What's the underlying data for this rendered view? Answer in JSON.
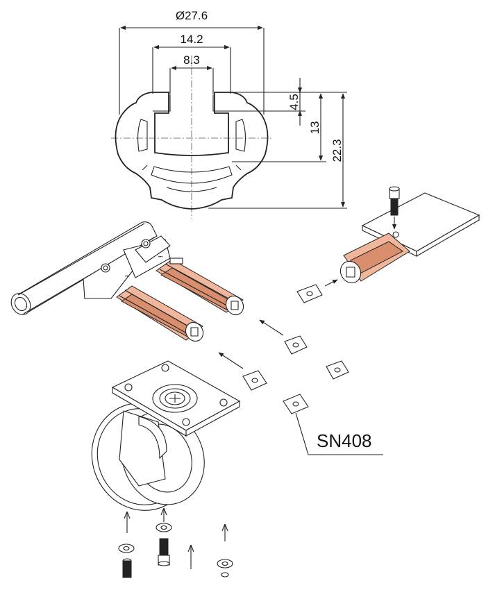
{
  "dimensions": {
    "outer_diameter": "Ø27.6",
    "slot_outer_width": "14.2",
    "slot_inner_width": "8.3",
    "lip_height": "4.5",
    "slot_depth": "13",
    "total_depth": "22.3"
  },
  "callout": {
    "part_number": "SN408"
  }
}
